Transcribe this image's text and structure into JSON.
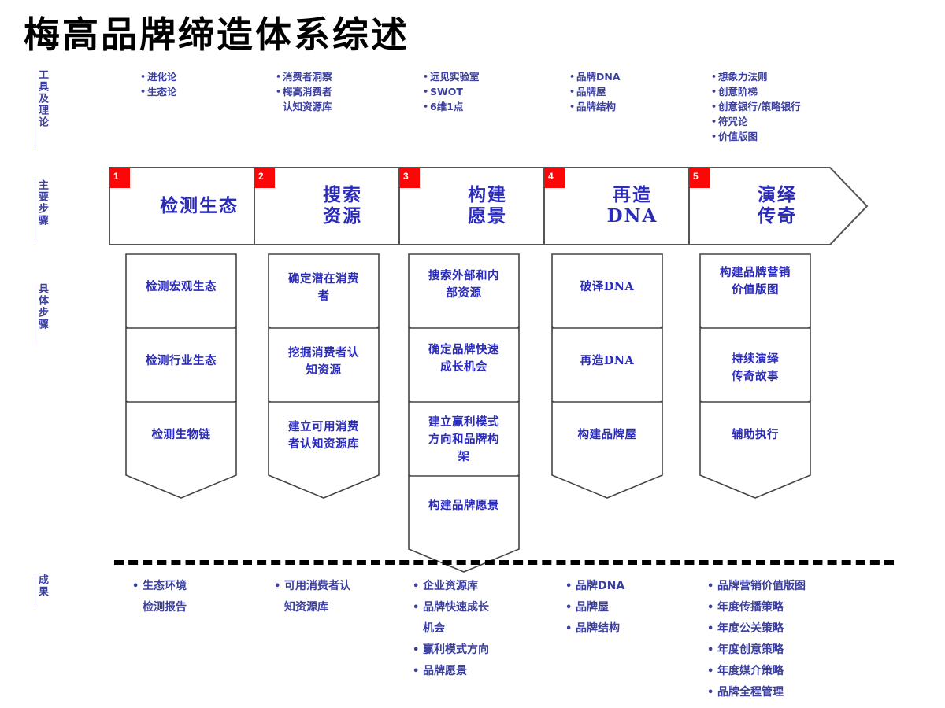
{
  "title": "梅高品牌缔造体系综述",
  "colors": {
    "text_blue": "#2b2bbb",
    "label_blue": "#3b3f9e",
    "badge_red": "#fc0707",
    "outline": "#555555",
    "divider": "#000000"
  },
  "row_labels": [
    {
      "name": "tools-and-theory",
      "text": "工具及理论"
    },
    {
      "name": "main-steps",
      "text": "主要步骤"
    },
    {
      "name": "detail-steps",
      "text": "具体步骤"
    },
    {
      "name": "outcomes",
      "text": "成果"
    }
  ],
  "tools": [
    {
      "column": 1,
      "items": [
        "进化论",
        "生态论"
      ]
    },
    {
      "column": 2,
      "items": [
        "消费者洞察",
        "梅高消费者\n认知资源库"
      ]
    },
    {
      "column": 3,
      "items": [
        "远见实验室",
        "SWOT",
        "6维1点"
      ]
    },
    {
      "column": 4,
      "items": [
        "品牌DNA",
        "品牌屋",
        "品牌结构"
      ]
    },
    {
      "column": 5,
      "items": [
        "想象力法则",
        "创意阶梯",
        "创意银行/策略银行",
        "符咒论",
        "价值版图"
      ]
    }
  ],
  "main_steps": [
    {
      "number": "1",
      "label": "检测生态"
    },
    {
      "number": "2",
      "label": "搜索\n资源"
    },
    {
      "number": "3",
      "label": "构建\n愿景"
    },
    {
      "number": "4",
      "label": "再造\nDNA"
    },
    {
      "number": "5",
      "label": "演绎\n传奇"
    }
  ],
  "detail_steps": [
    {
      "column": 1,
      "items": [
        "检测宏观生态",
        "检测行业生态",
        "检测生物链"
      ]
    },
    {
      "column": 2,
      "items": [
        "确定潜在消费\n者",
        "挖掘消费者认\n知资源",
        "建立可用消费\n者认知资源库"
      ]
    },
    {
      "column": 3,
      "items": [
        "搜索外部和内\n部资源",
        "确定品牌快速\n成长机会",
        "建立赢利模式\n方向和品牌构\n架",
        "构建品牌愿景"
      ]
    },
    {
      "column": 4,
      "items": [
        "破译DNA",
        "再造DNA",
        "构建品牌屋"
      ]
    },
    {
      "column": 5,
      "items": [
        "构建品牌营销\n价值版图",
        "持续演绎\n传奇故事",
        "辅助执行"
      ]
    }
  ],
  "outcomes": [
    {
      "column": 1,
      "items": [
        "生态环境\n检测报告"
      ]
    },
    {
      "column": 2,
      "items": [
        "可用消费者认\n知资源库"
      ]
    },
    {
      "column": 3,
      "items": [
        "企业资源库",
        "品牌快速成长\n机会",
        "赢利模式方向",
        "品牌愿景"
      ]
    },
    {
      "column": 4,
      "items": [
        "品牌DNA",
        "品牌屋",
        "品牌结构"
      ]
    },
    {
      "column": 5,
      "items": [
        "品牌营销价值版图",
        "年度传播策略",
        "年度公关策略",
        "年度创意策略",
        "年度媒介策略",
        "品牌全程管理"
      ]
    }
  ]
}
